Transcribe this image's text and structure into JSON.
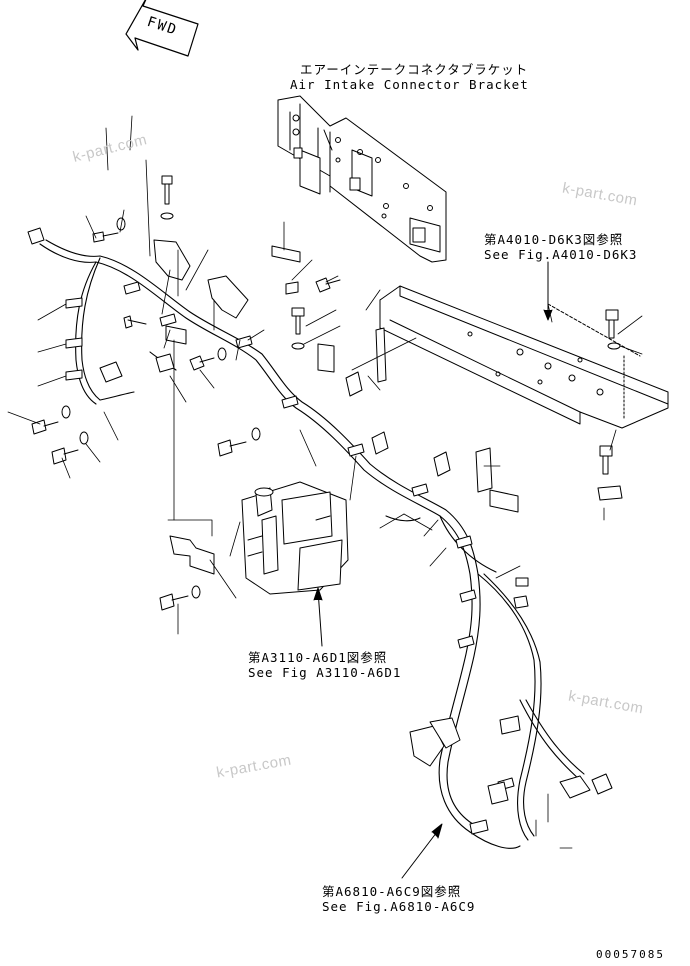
{
  "fwd_label": "FWD",
  "labels": {
    "bracket_jp": "エアーインテークコネクタブラケット",
    "bracket_en": "Air Intake Connector Bracket",
    "ref_a4010_jp": "第A4010-D6K3図参照",
    "ref_a4010_en": "See Fig.A4010-D6K3",
    "ref_a3110_jp": "第A3110-A6D1図参照",
    "ref_a3110_en": "See Fig A3110-A6D1",
    "ref_a6810_jp": "第A6810-A6C9図参照",
    "ref_a6810_en": "See Fig.A6810-A6C9"
  },
  "watermarks": [
    "k-part.com",
    "k-part.com",
    "k-part.com",
    "k-part.com"
  ],
  "doc_number": "00057085"
}
